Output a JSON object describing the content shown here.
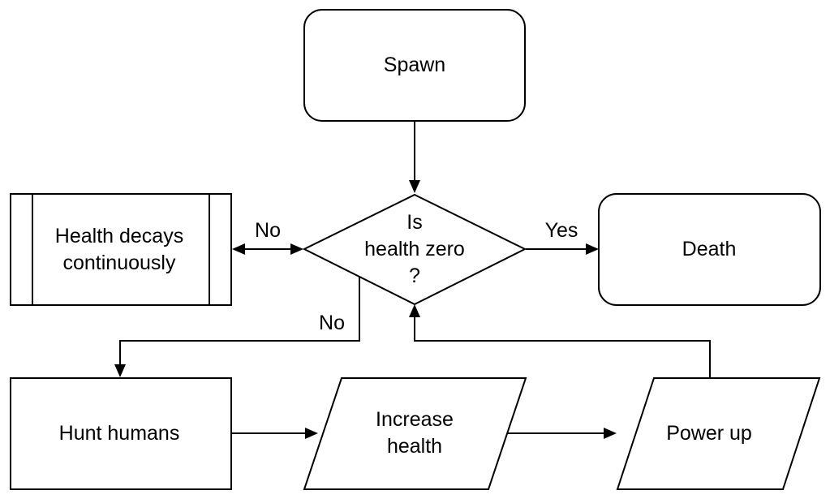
{
  "nodes": {
    "spawn": {
      "label": "Spawn"
    },
    "decision": {
      "line1": "Is",
      "line2": "health zero",
      "line3": "?"
    },
    "decay": {
      "line1": "Health decays",
      "line2": "continuously"
    },
    "death": {
      "label": "Death"
    },
    "hunt": {
      "label": "Hunt humans"
    },
    "increase": {
      "line1": "Increase",
      "line2": "health"
    },
    "power": {
      "label": "Power up"
    }
  },
  "edges": {
    "no_left": "No",
    "yes_right": "Yes",
    "no_down": "No"
  },
  "colors": {
    "stroke": "#000000",
    "fill": "#ffffff"
  }
}
